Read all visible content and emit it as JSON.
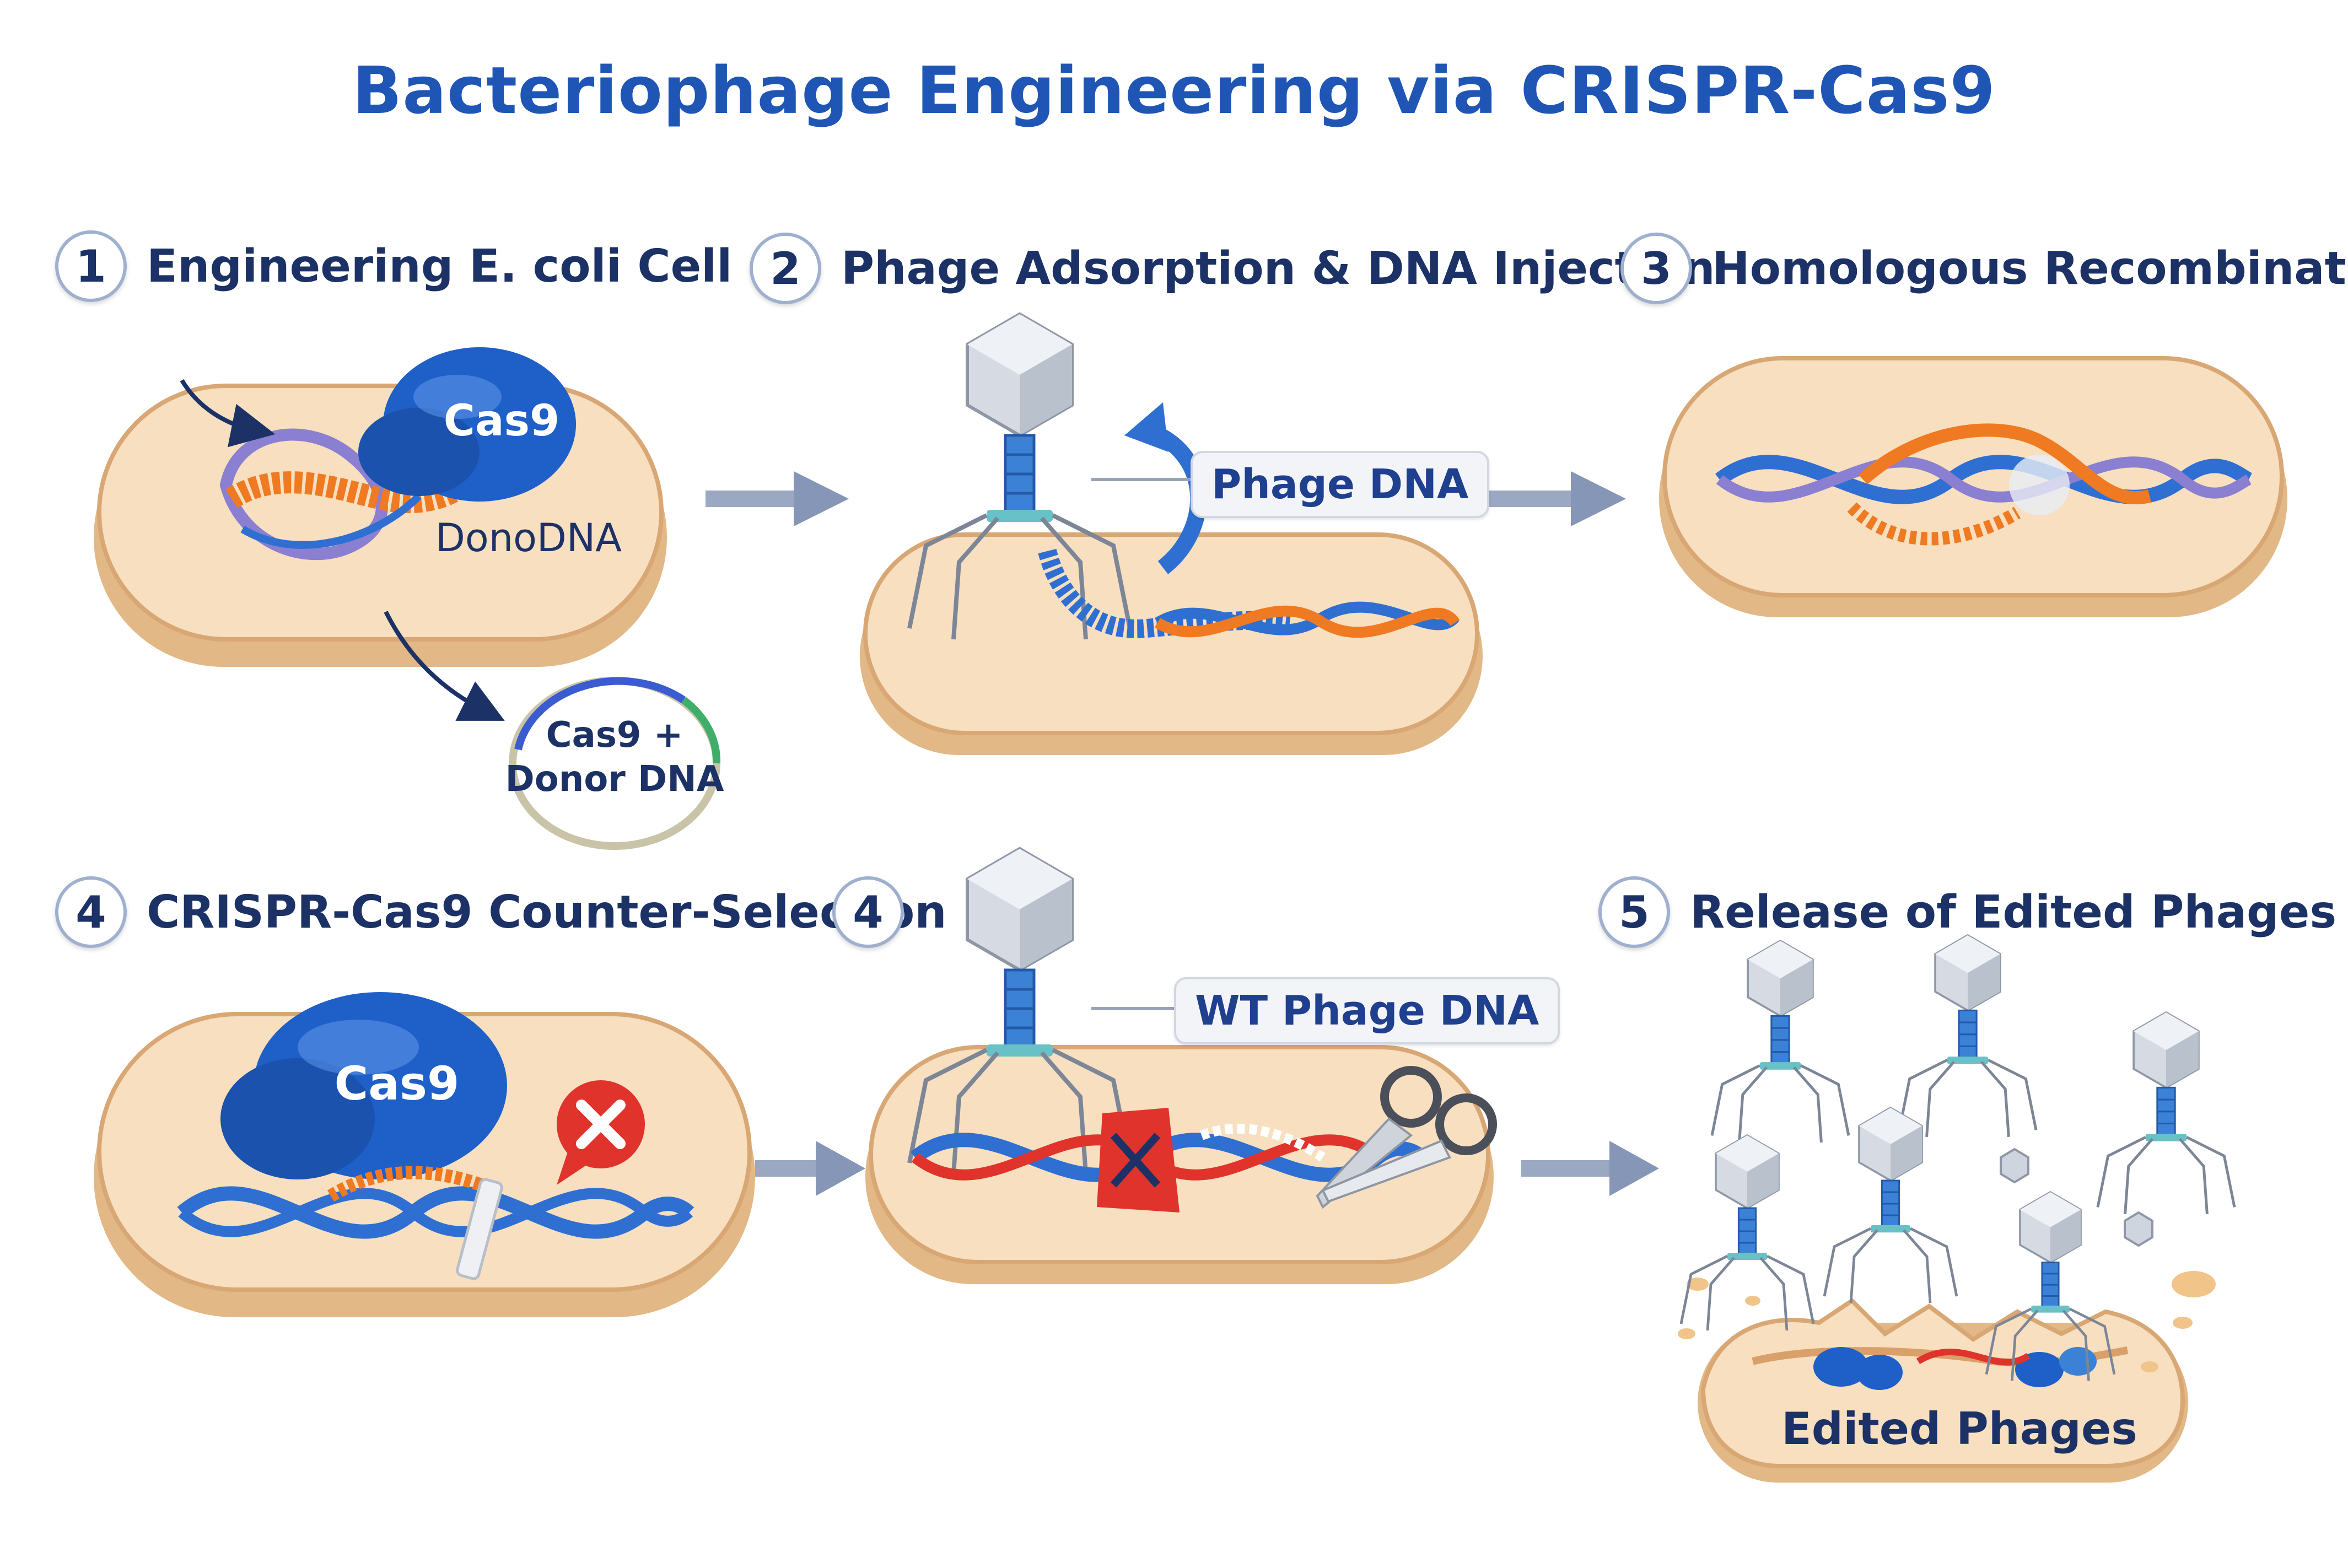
{
  "title": "Bacteriophage Engineering via CRISPR-Cas9",
  "steps": [
    {
      "number": "1",
      "label": "Engineering E. coli Cell"
    },
    {
      "number": "2",
      "label": "Phage Adsorption & DNA Injection"
    },
    {
      "number": "3",
      "label": "Homologous Recombination"
    },
    {
      "number": "4",
      "label": "CRISPR-Cas9 Counter-Selection"
    },
    {
      "number": "4",
      "label": ""
    },
    {
      "number": "5",
      "label": "Release of Edited Phages"
    }
  ],
  "labels": {
    "cas9_top": "Cas9",
    "donor_dna": "DonoDNA",
    "plasmid_line1": "Cas9 +",
    "plasmid_line2": "Donor DNA",
    "phage_dna": "Phage DNA",
    "cas9_bottom": "Cas9",
    "wt_phage_dna": "WT Phage DNA",
    "edited_phages": "Edited Phages"
  },
  "colors": {
    "title": "#1f56b5",
    "heading": "#1c3266",
    "cell_fill": "#f7dfc0",
    "cell_rim": "#e2b886",
    "dna_blue": "#2f6fd1",
    "dna_orange": "#f07a22",
    "cas9_blue": "#1f5fc8",
    "cut_red": "#e0332b"
  }
}
